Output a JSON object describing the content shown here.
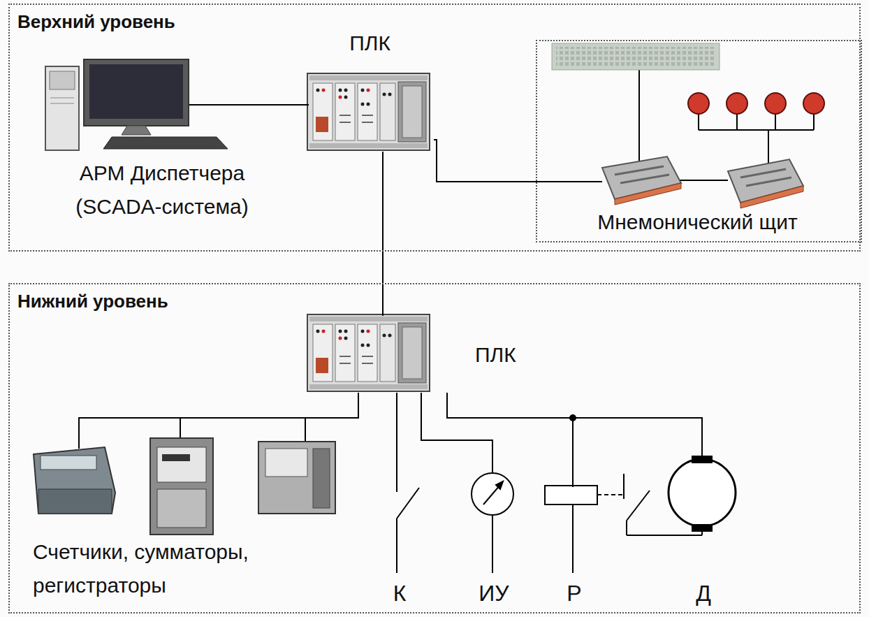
{
  "diagram": {
    "nodes": [
      {
        "text": [
          "Верхний уровень"
        ]
      },
      {
        "text": [
          "АРМ Диспетчера (SCADA-система)"
        ],
        "in": 0
      },
      {
        "text": [
          "ПЛК"
        ],
        "in": 0
      },
      {
        "text": [
          "Мнемонический щит"
        ],
        "in": 0
      },
      {
        "text": [
          "Нижний уровень"
        ]
      },
      {
        "text": [
          "ПЛК"
        ],
        "in": 4
      },
      {
        "text": [
          "Счетчики, сумматоры, регистраторы"
        ],
        "in": 4
      },
      {
        "text": [
          "К"
        ],
        "in": 4
      },
      {
        "text": [
          "ИУ"
        ],
        "in": 4
      },
      {
        "text": [
          "Р"
        ],
        "in": 4
      },
      {
        "text": [
          "Д"
        ],
        "in": 4
      }
    ],
    "edges": [
      {
        "from": 1,
        "to": 2,
        "arrow": "none"
      },
      {
        "from": 2,
        "to": 3,
        "arrow": "none"
      },
      {
        "from": 2,
        "to": 5,
        "arrow": "none"
      },
      {
        "from": 5,
        "to": 6,
        "arrow": "none"
      },
      {
        "from": 5,
        "to": 7,
        "arrow": "none"
      },
      {
        "from": 5,
        "to": 8,
        "arrow": "none"
      },
      {
        "from": 5,
        "to": 9,
        "arrow": "none"
      },
      {
        "from": 5,
        "to": 10,
        "arrow": "none"
      }
    ]
  }
}
